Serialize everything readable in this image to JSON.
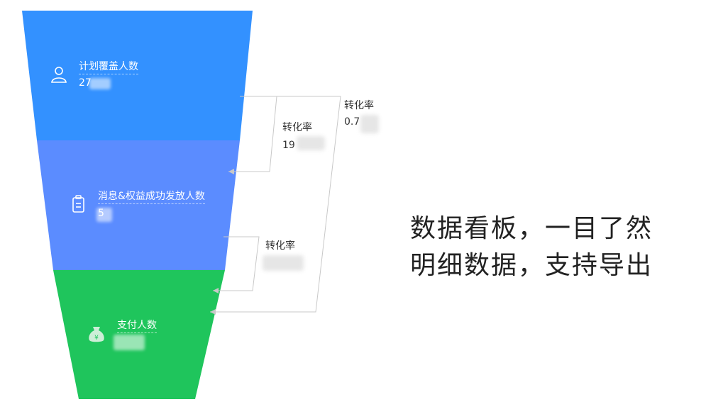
{
  "funnel": {
    "stages": [
      {
        "label": "计划覆盖人数",
        "value": "27",
        "icon": "user-icon",
        "color": "#3391ff"
      },
      {
        "label": "消息&权益成功发放人数",
        "value": "5",
        "icon": "clipboard-icon",
        "color": "#5b8cff"
      },
      {
        "label": "支付人数",
        "value": "",
        "icon": "money-bag-icon",
        "color": "#1fc55c"
      }
    ],
    "conversions": [
      {
        "label": "转化率",
        "value": "19"
      },
      {
        "label": "转化率",
        "value": "0.7"
      },
      {
        "label": "转化率",
        "value": ""
      }
    ]
  },
  "tagline": {
    "line1": "数据看板，一目了然",
    "line2": "明细数据，支持导出"
  }
}
